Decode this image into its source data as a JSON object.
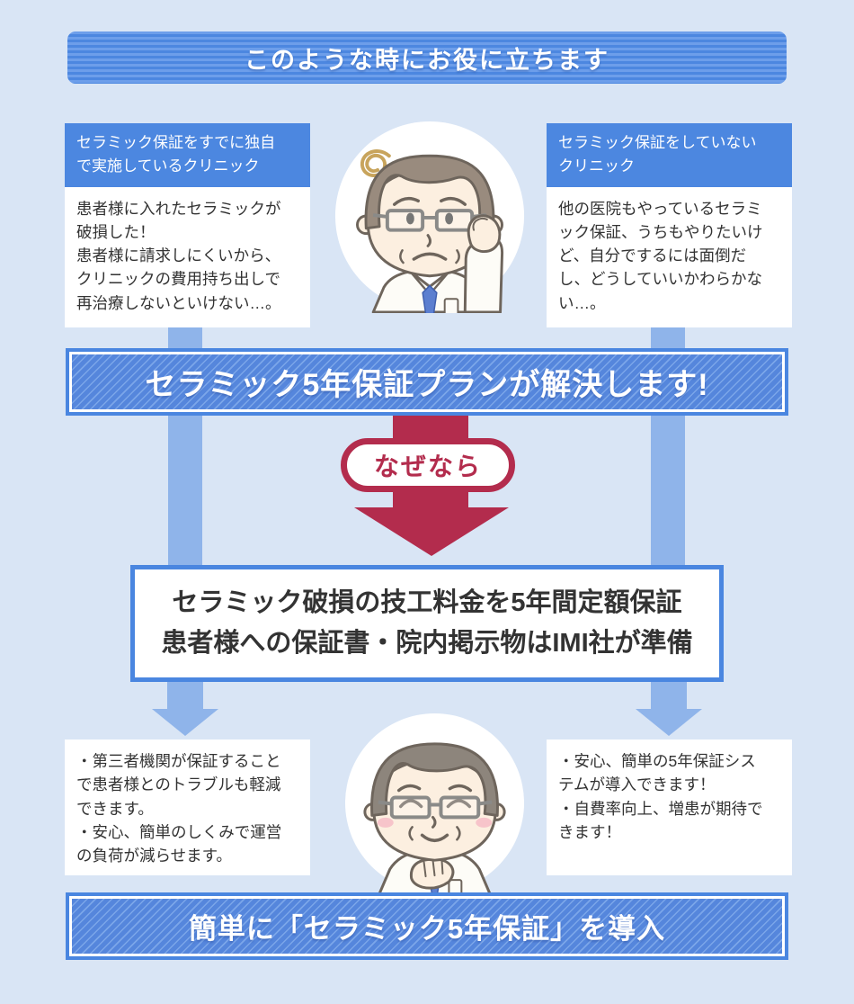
{
  "colors": {
    "page_bg": "#d9e5f5",
    "accent_blue": "#4a86e0",
    "stripe_blue": "#5586dc",
    "stripe_light": "#7ba6e9",
    "connector_blue": "#8fb4ea",
    "crimson": "#b32c4d",
    "body_text": "#333333"
  },
  "top_banner": {
    "title": "このような時にお役に立ちます"
  },
  "left_column": {
    "header": "セラミック保証をすでに独自\nで実施しているクリニック",
    "body": "患者様に入れたセラミックが\n破損した！\n患者様に請求しにくいから、\nクリニックの費用持ち出しで\n再治療しないといけない…。"
  },
  "right_column": {
    "header": "セラミック保証をしていない\nクリニック",
    "body": "他の医院もやっているセラミ\nック保証、うちもやりたいけ\nど、自分でするには面倒だ\nし、どうしていいかわらかな\nい…。"
  },
  "illustrations": {
    "top": "worried-doctor",
    "bottom": "happy-doctor"
  },
  "solution_banner": {
    "title": "セラミック5年保証プランが解決します!"
  },
  "reason_badge": {
    "label": "なぜなら"
  },
  "detail_box": {
    "line1": "セラミック破損の技工料金を5年間定額保証",
    "line2": "患者様への保証書・院内掲示物はIMI社が準備"
  },
  "benefit_left": {
    "body": "・第三者機関が保証すること\nで患者様とのトラブルも軽減\nできます。\n・安心、簡単のしくみで運営\nの負荷が減らせます。"
  },
  "benefit_right": {
    "body": "・安心、簡単の5年保証シス\nテムが導入できます！\n・自費率向上、増患が期待で\nきます！"
  },
  "footer_banner": {
    "title": "簡単に「セラミック5年保証」を導入"
  }
}
